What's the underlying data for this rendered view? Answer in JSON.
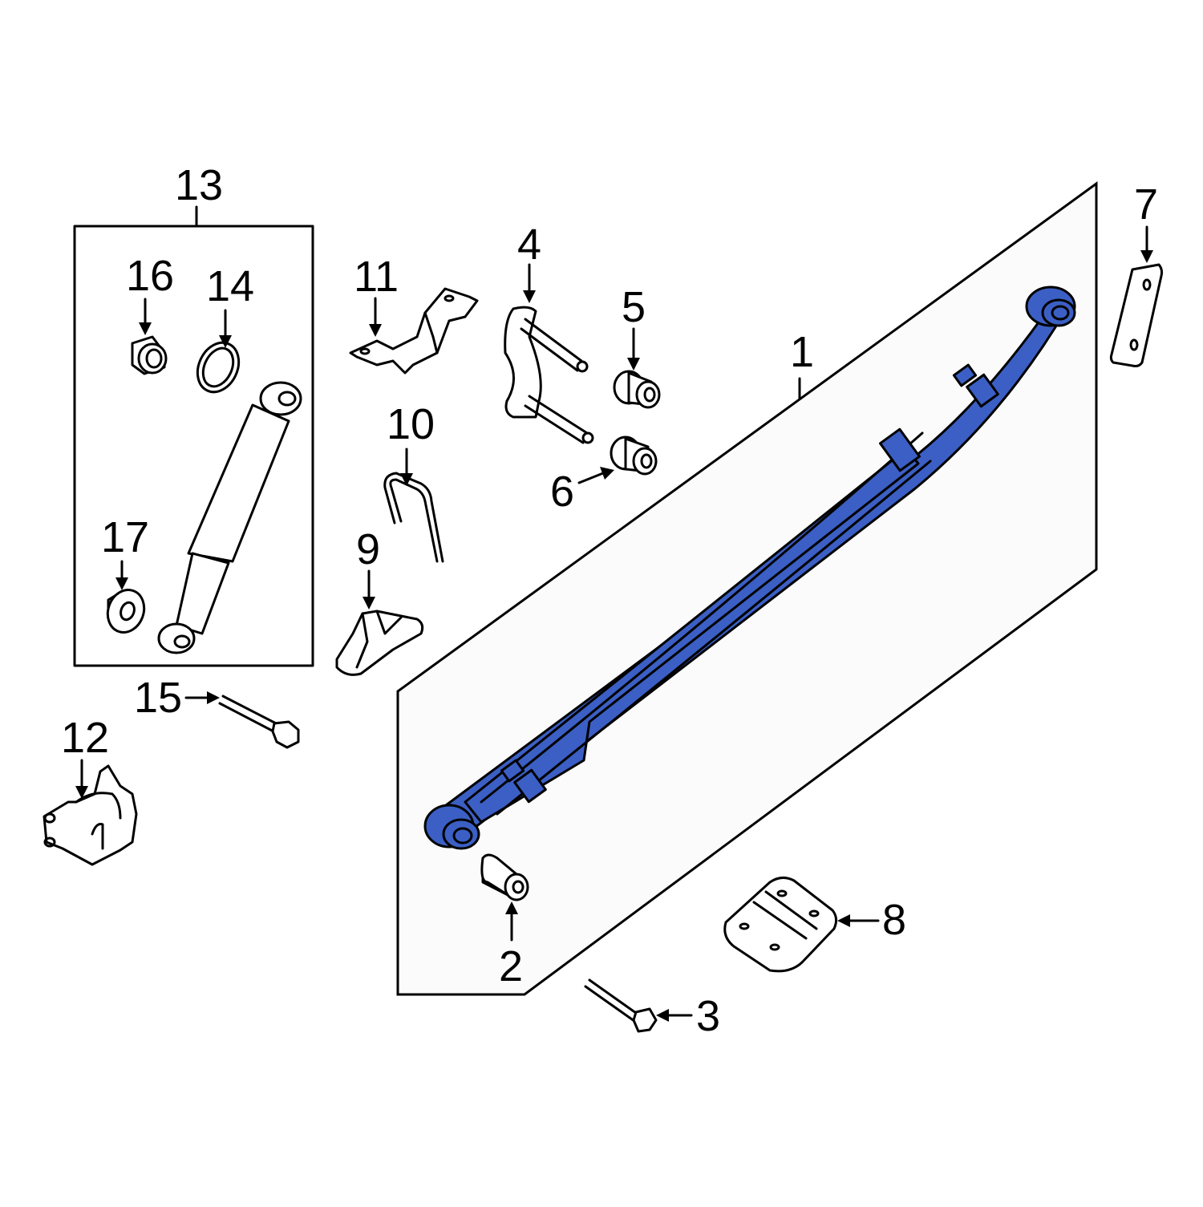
{
  "diagram": {
    "highlight_color": "#3b5fc4",
    "line_color": "#000000",
    "background": "#ffffff",
    "group_box_label": "13",
    "assembly_panel_label": "1",
    "callouts": [
      {
        "id": "1",
        "label": "1",
        "part": "leaf-spring",
        "highlighted": true
      },
      {
        "id": "2",
        "label": "2",
        "part": "bushing"
      },
      {
        "id": "3",
        "label": "3",
        "part": "bolt"
      },
      {
        "id": "4",
        "label": "4",
        "part": "shackle"
      },
      {
        "id": "5",
        "label": "5",
        "part": "bushing-upper"
      },
      {
        "id": "6",
        "label": "6",
        "part": "bushing-lower"
      },
      {
        "id": "7",
        "label": "7",
        "part": "shackle-plate"
      },
      {
        "id": "8",
        "label": "8",
        "part": "spring-plate"
      },
      {
        "id": "9",
        "label": "9",
        "part": "bump-stop"
      },
      {
        "id": "10",
        "label": "10",
        "part": "u-bolt"
      },
      {
        "id": "11",
        "label": "11",
        "part": "bracket"
      },
      {
        "id": "12",
        "label": "12",
        "part": "hanger-bracket"
      },
      {
        "id": "13",
        "label": "13",
        "part": "shock-absorber-kit"
      },
      {
        "id": "14",
        "label": "14",
        "part": "washer"
      },
      {
        "id": "15",
        "label": "15",
        "part": "shock-bolt"
      },
      {
        "id": "16",
        "label": "16",
        "part": "nut"
      },
      {
        "id": "17",
        "label": "17",
        "part": "bushing-flanged"
      }
    ]
  }
}
